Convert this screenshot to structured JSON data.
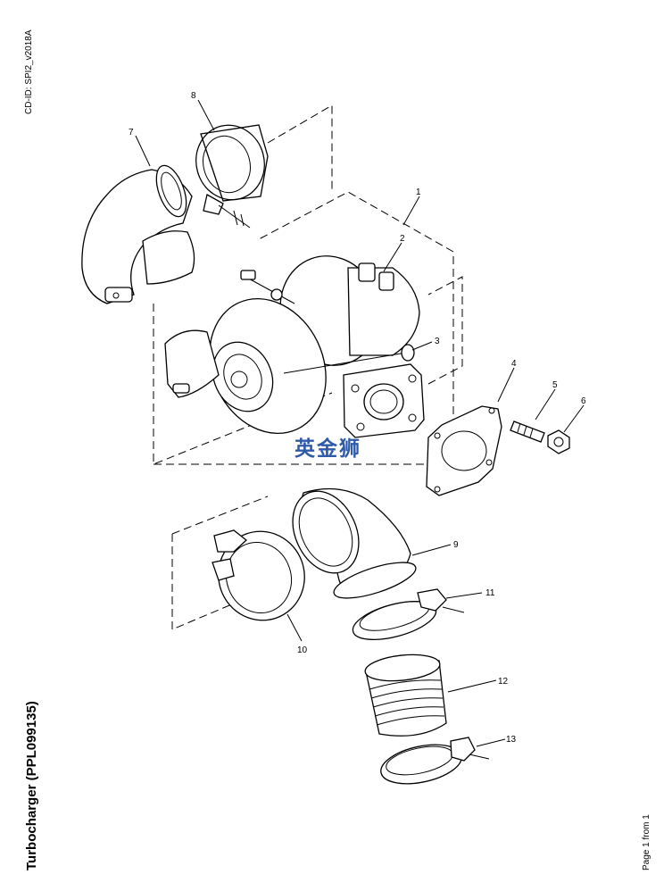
{
  "side_text": {
    "cd_id": "CD-ID: SPI2_v2018A",
    "title": "Turbocharger (PPL099135)",
    "page": "Page 1 from 1"
  },
  "watermark": "英金狮",
  "callouts": [
    "1",
    "2",
    "3",
    "4",
    "5",
    "6",
    "7",
    "8",
    "9",
    "10",
    "11",
    "12",
    "13"
  ]
}
